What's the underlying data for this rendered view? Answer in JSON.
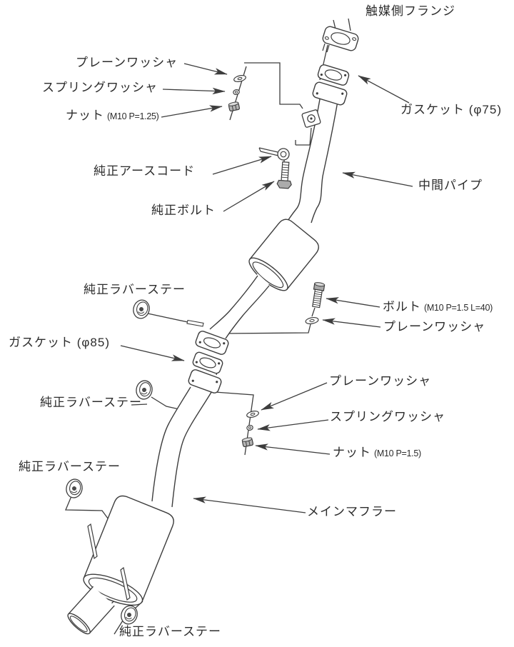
{
  "diagram": {
    "type": "exploded-parts-diagram-exhaust-system",
    "colors": {
      "background": "#ffffff",
      "line": "#3d3d3d",
      "text": "#2c2c2c"
    },
    "labels": {
      "catalyst_flange": {
        "text": "触媒側フランジ"
      },
      "plain_washer_top": {
        "text": "プレーンワッシャ"
      },
      "spring_washer_top": {
        "text": "スプリングワッシャ"
      },
      "nut_top": {
        "text": "ナット",
        "spec": "(M10 P=1.25)"
      },
      "gasket_75": {
        "text": "ガスケット (φ75)"
      },
      "earth_cord": {
        "text": "純正アースコード"
      },
      "intermediate_pipe": {
        "text": "中間パイプ"
      },
      "stock_bolt": {
        "text": "純正ボルト"
      },
      "rubber_stay_1": {
        "text": "純正ラバーステー"
      },
      "bolt_mid": {
        "text": "ボルト",
        "spec": "(M10 P=1.5 L=40)"
      },
      "plain_washer_mid": {
        "text": "プレーンワッシャ"
      },
      "gasket_85": {
        "text": "ガスケット (φ85)"
      },
      "plain_washer_low": {
        "text": "プレーンワッシャ"
      },
      "rubber_stay_2": {
        "text": "純正ラバーステー"
      },
      "spring_washer_low": {
        "text": "スプリングワッシャ"
      },
      "nut_low": {
        "text": "ナット",
        "spec": "(M10 P=1.5)"
      },
      "rubber_stay_3": {
        "text": "純正ラバーステー"
      },
      "main_muffler": {
        "text": "メインマフラー"
      },
      "rubber_stay_4": {
        "text": "純正ラバーステー"
      }
    }
  }
}
